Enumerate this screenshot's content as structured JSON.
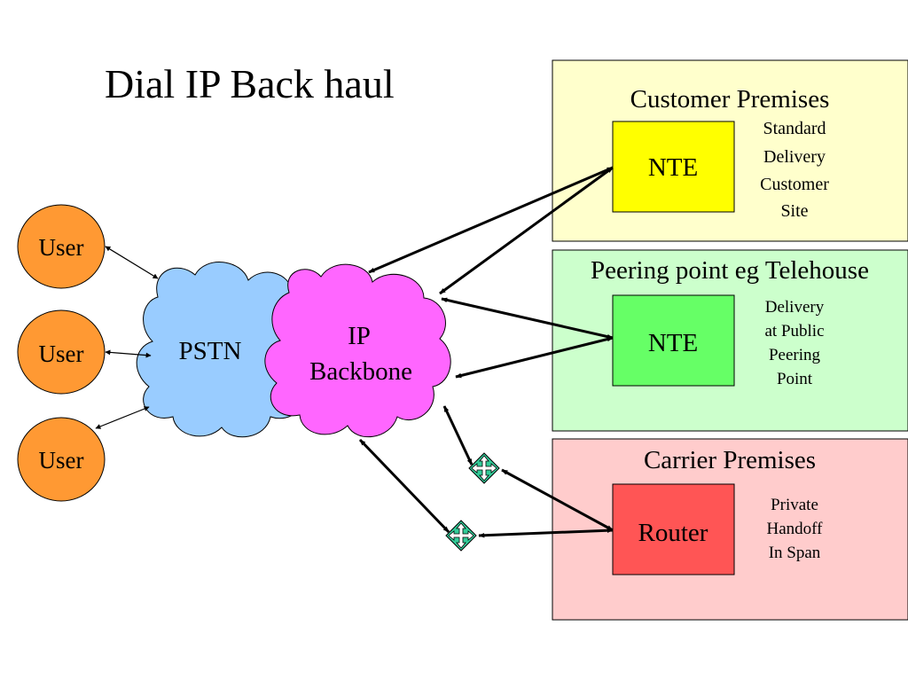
{
  "title": "Dial IP Back haul",
  "users": [
    {
      "label": "User"
    },
    {
      "label": "User"
    },
    {
      "label": "User"
    }
  ],
  "clouds": {
    "pstn": "PSTN",
    "backbone": [
      "IP",
      "Backbone"
    ]
  },
  "sites": {
    "customer": {
      "title": "Customer Premises",
      "device": "NTE",
      "note": [
        "Standard",
        "Delivery",
        "Customer",
        "Site"
      ],
      "fill": "#ffffcc",
      "device_fill": "#ffff00"
    },
    "peering": {
      "title": "Peering point eg Telehouse",
      "device": "NTE",
      "note": [
        "Delivery",
        "at Public",
        "Peering",
        "Point"
      ],
      "fill": "#ccffcc",
      "device_fill": "#66ff66"
    },
    "carrier": {
      "title": "Carrier Premises",
      "device": "Router",
      "note": [
        "Private",
        "Handoff",
        "In Span"
      ],
      "fill": "#ffcccc",
      "device_fill": "#ff5555"
    }
  },
  "colors": {
    "user_fill": "#ff9933",
    "pstn_fill": "#99ccff",
    "backbone_fill": "#ff66ff",
    "connector_fill": "#33cc99"
  },
  "icons": {
    "connector": "four-way-arrow-icon"
  }
}
